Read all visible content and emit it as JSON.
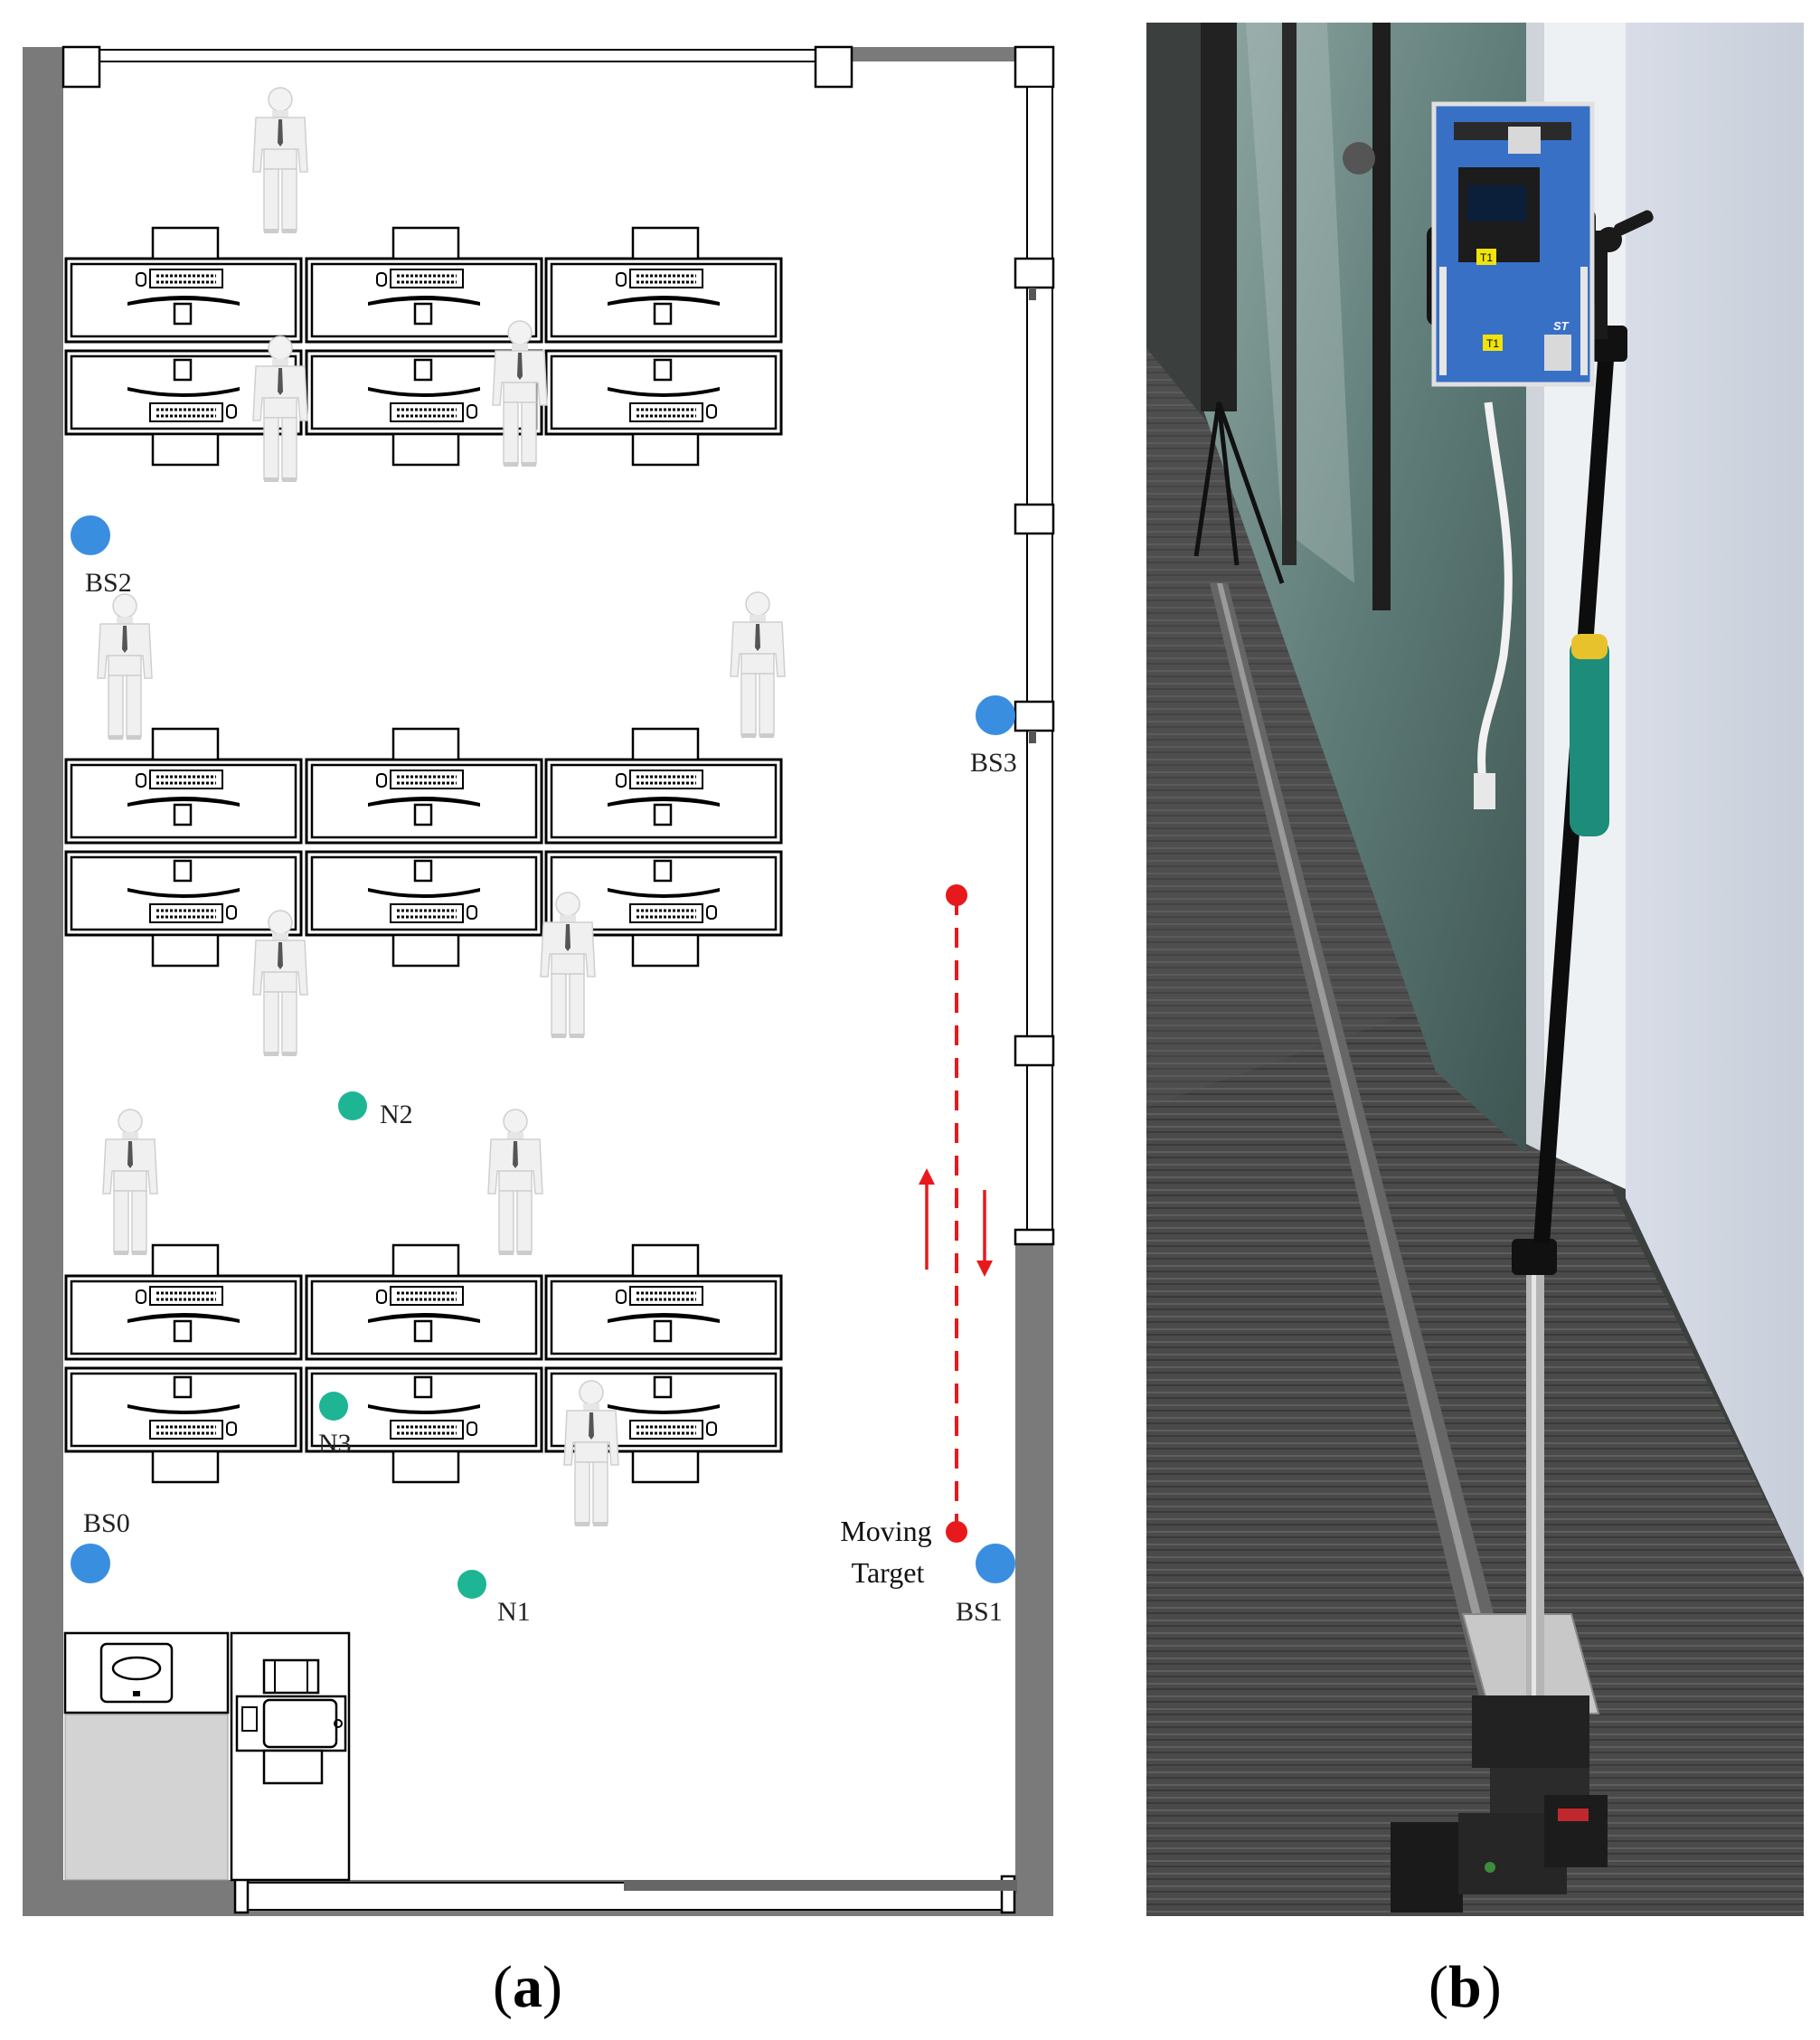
{
  "panel_a": {
    "caption_letter": "a",
    "base_stations": [
      {
        "label": "BS0"
      },
      {
        "label": "BS1"
      },
      {
        "label": "BS2"
      },
      {
        "label": "BS3"
      }
    ],
    "nodes": [
      {
        "label": "N1"
      },
      {
        "label": "N2"
      },
      {
        "label": "N3"
      }
    ],
    "moving_target": {
      "line1": "Moving",
      "line2": "Target"
    },
    "colors": {
      "base_station": "#3a8ee0",
      "node": "#1db594",
      "target": "#e8191c",
      "wall": "#7a7a7a"
    }
  },
  "panel_b": {
    "caption_letter": "b",
    "board_labels": [
      "T1",
      "T1",
      "ST"
    ]
  }
}
